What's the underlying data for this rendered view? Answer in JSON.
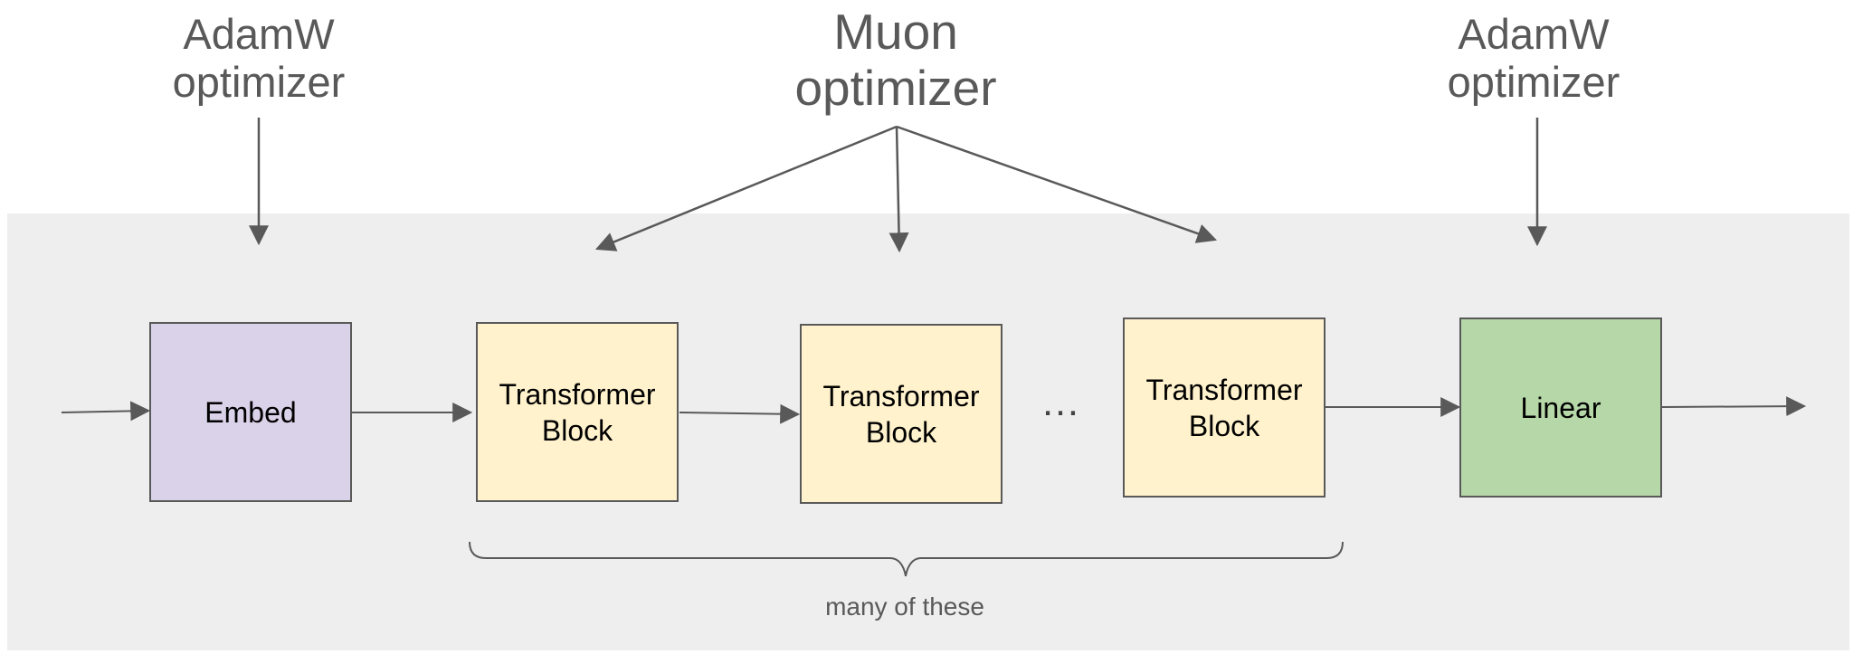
{
  "optimizers": {
    "left": {
      "line1": "AdamW",
      "line2": "optimizer"
    },
    "middle": {
      "line1": "Muon",
      "line2": "optimizer"
    },
    "right": {
      "line1": "AdamW",
      "line2": "optimizer"
    }
  },
  "blocks": {
    "embed": {
      "label": "Embed"
    },
    "transformer1": {
      "line1": "Transformer",
      "line2": "Block"
    },
    "transformer2": {
      "line1": "Transformer",
      "line2": "Block"
    },
    "transformer3": {
      "line1": "Transformer",
      "line2": "Block"
    },
    "linear": {
      "label": "Linear"
    }
  },
  "ellipsis": "…",
  "brace_label": "many of these",
  "colors": {
    "panel": "#eeeeee",
    "embed_fill": "#d9d2e9",
    "transformer_fill": "#fff2cc",
    "linear_fill": "#b6d7a8",
    "stroke": "#595959",
    "text_gray": "#595959"
  }
}
